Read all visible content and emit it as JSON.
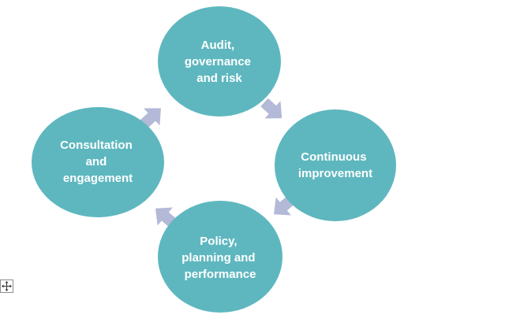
{
  "diagram": {
    "colors": {
      "node_fill": "#5eb7bf",
      "arrow_fill": "#b3b9d7",
      "label_color": "#ffffff"
    },
    "nodes": [
      {
        "id": "audit",
        "lines": [
          "Audit,",
          "governance",
          "and risk"
        ]
      },
      {
        "id": "continuous",
        "lines": [
          "Continuous",
          "improvement"
        ]
      },
      {
        "id": "policy",
        "lines": [
          "Policy,",
          "planning and",
          "performance"
        ]
      },
      {
        "id": "consultation",
        "lines": [
          "Consultation",
          "and",
          "engagement"
        ]
      }
    ],
    "arrows": [
      {
        "from": "audit",
        "to": "continuous"
      },
      {
        "from": "continuous",
        "to": "policy"
      },
      {
        "from": "policy",
        "to": "consultation"
      },
      {
        "from": "consultation",
        "to": "audit"
      }
    ]
  },
  "handle": {
    "icon": "move-arrows-icon"
  }
}
